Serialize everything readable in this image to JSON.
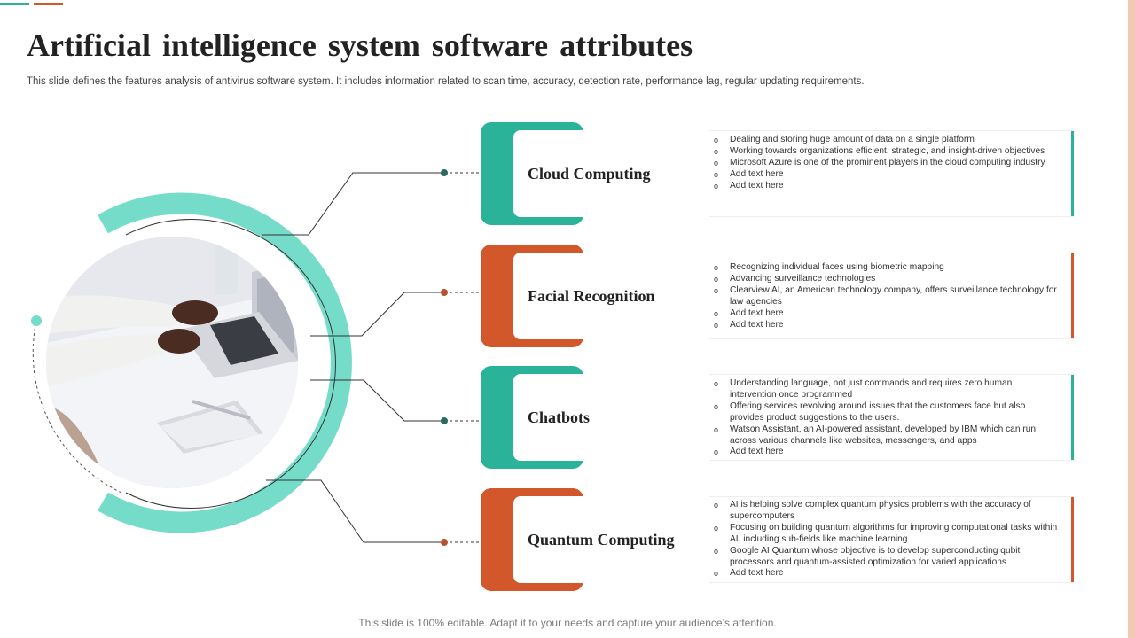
{
  "title": "Artificial intelligence system software attributes",
  "subtitle": "This slide defines the features analysis of antivirus software system. It includes information related to scan time, accuracy, detection rate, performance lag, regular updating requirements.",
  "footer": "This slide is 100% editable. Adapt it to your needs and capture your audience’s attention.",
  "colors": {
    "teal": "#2bb39a",
    "orange": "#d2572a",
    "ring": "#74dcc8"
  },
  "image": {
    "subject": "hands-typing-on-laptop-photo"
  },
  "cards": [
    {
      "label": "Cloud Computing",
      "color": "teal",
      "bullets": [
        "Dealing and storing huge amount of data on a single platform",
        "Working towards organizations efficient, strategic, and insight-driven objectives",
        "Microsoft Azure is one of the prominent players in the cloud computing industry",
        "Add text here",
        "Add text here"
      ]
    },
    {
      "label": "Facial Recognition",
      "color": "orange",
      "bullets": [
        "Recognizing individual faces using biometric mapping",
        "Advancing surveillance technologies",
        "Clearview AI, an American technology company, offers surveillance technology for law agencies",
        "Add text here",
        "Add text here"
      ]
    },
    {
      "label": "Chatbots",
      "color": "teal",
      "bullets": [
        "Understanding language, not just commands and requires zero human intervention once programmed",
        "Offering services revolving around issues that the customers face but also provides product suggestions to the users.",
        "Watson Assistant, an AI-powered assistant, developed by IBM which can run across various channels like websites, messengers, and apps",
        "Add text here"
      ]
    },
    {
      "label": "Quantum Computing",
      "color": "orange",
      "bullets": [
        "AI is helping solve complex quantum physics problems with the accuracy of supercomputers",
        "Focusing on building quantum algorithms for improving computational tasks within AI, including sub-fields like machine learning",
        "Google AI Quantum whose objective is to develop superconducting qubit processors and quantum-assisted optimization for varied applications",
        "Add text here"
      ]
    }
  ]
}
